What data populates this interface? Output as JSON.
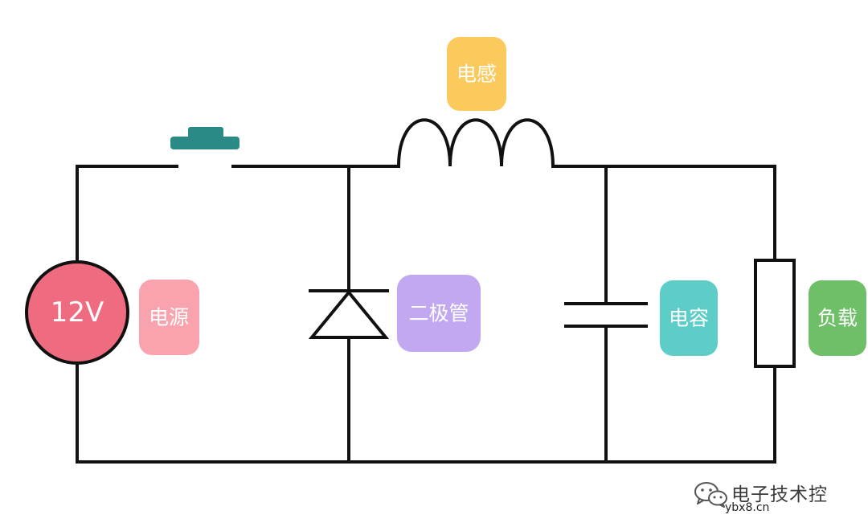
{
  "labels": {
    "power_source": "电源",
    "inductor": "电感",
    "diode": "二极管",
    "capacitor": "电容",
    "load": "负载"
  },
  "voltage": "12V",
  "watermark": {
    "title": "电子技术控",
    "url": "ybx8.cn"
  },
  "colors": {
    "wire": "#111111",
    "source_fill": "#ef6c80",
    "power_label": "#f8a3ad",
    "inductor_label": "#fbc95c",
    "diode_label": "#c1a8f0",
    "capacitor_label": "#5fcdc7",
    "load_label": "#6fbf68",
    "switch": "#2a8a85"
  },
  "icons": {
    "watermark": "wechat-icon"
  }
}
